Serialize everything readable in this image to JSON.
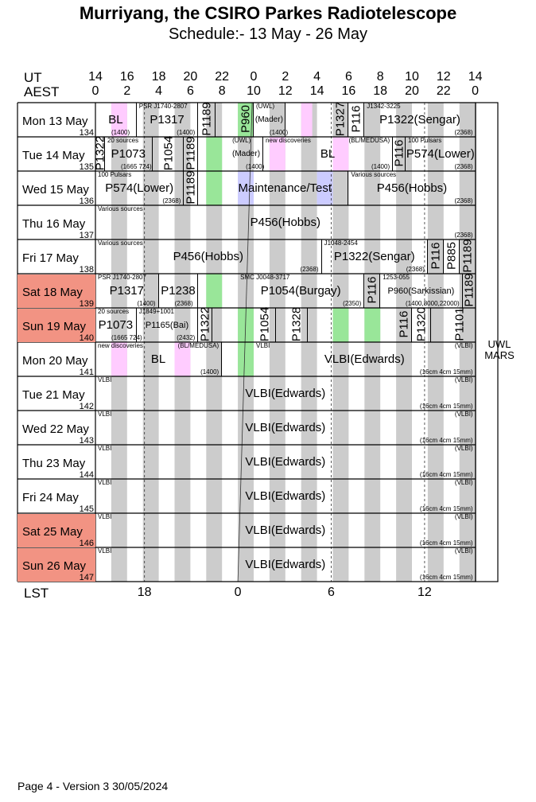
{
  "header": {
    "title": "Murriyang, the CSIRO Parkes Radiotelescope",
    "subtitle": "Schedule:- 13 May - 26 May"
  },
  "axes": {
    "ut_label": "UT",
    "aest_label": "AEST",
    "ut_ticks": [
      "14",
      "16",
      "18",
      "20",
      "22",
      "0",
      "2",
      "4",
      "6",
      "8",
      "10",
      "12",
      "14"
    ],
    "aest_ticks": [
      "0",
      "2",
      "4",
      "6",
      "8",
      "10",
      "12",
      "14",
      "16",
      "18",
      "20",
      "22",
      "0"
    ],
    "lst_label": "LST",
    "lst_ticks": [
      {
        "label": "18",
        "hour": 3.1
      },
      {
        "label": "0",
        "hour": 9.0
      },
      {
        "label": "6",
        "hour": 14.9
      },
      {
        "label": "12",
        "hour": 20.8
      }
    ]
  },
  "side_note": {
    "line1": "UWL",
    "line2": "MARS"
  },
  "footer": "Page 4 - Version 3  30/05/2024",
  "colors": {
    "weekend": "#f29383",
    "grey_band": "#cccccc",
    "pink": "#ffccff",
    "green": "#99e699",
    "blue": "#ccccff"
  },
  "days": [
    {
      "name": "Mon  13 May",
      "num": "134",
      "weekend": false,
      "bands": [
        [
          1,
          2,
          "pink"
        ],
        [
          9,
          10,
          "green"
        ],
        [
          13,
          13.7,
          "pink"
        ]
      ],
      "blocks": [
        {
          "s": 0,
          "e": 2.6,
          "main": "BL",
          "bl": "(1400)"
        },
        {
          "s": 2.6,
          "e": 6.5,
          "main": "P1317",
          "tl": "PSR J1740-2807",
          "br": "(1400)"
        },
        {
          "s": 6.5,
          "e": 7.6,
          "vert": "P1189"
        },
        {
          "s": 9,
          "e": 10,
          "vert": "P960"
        },
        {
          "s": 10,
          "e": 12,
          "main": "(Mader)",
          "tl": "(UWL)",
          "bl": "(1400)",
          "mainSize": 10
        },
        {
          "s": 15,
          "e": 16,
          "vert": "P1327"
        },
        {
          "s": 16,
          "e": 17,
          "vert": "P116"
        },
        {
          "s": 17,
          "e": 24,
          "main": "P1322(Sengar)",
          "tl": "J1342-3225",
          "br": "(2368)"
        }
      ]
    },
    {
      "name": "Tue  14 May",
      "num": "135",
      "weekend": false,
      "bands": [
        [
          7,
          8,
          "green"
        ],
        [
          11,
          12,
          "pink"
        ],
        [
          15,
          16,
          "pink"
        ]
      ],
      "blocks": [
        {
          "s": 0,
          "e": 0.6,
          "vert": "P1322"
        },
        {
          "s": 0.6,
          "e": 3.6,
          "main": "P1073",
          "tl": "20 sources",
          "bl": "(1665 724)"
        },
        {
          "s": 3.6,
          "e": 5.6,
          "vert": "P1054"
        },
        {
          "s": 5.6,
          "e": 6.5,
          "vert": "P1189"
        },
        {
          "s": 8.5,
          "e": 10.6,
          "main": "(Mader)",
          "tl": "(UWL)",
          "bl": "(1400)",
          "mainSize": 10
        },
        {
          "s": 10.6,
          "e": 18.8,
          "main": "BL",
          "tl": "new discoveries",
          "tr": "(BL/MEDUSA)",
          "br": "(1400)"
        },
        {
          "s": 18.8,
          "e": 19.6,
          "vert": "P116"
        },
        {
          "s": 19.6,
          "e": 24,
          "main": "P574(Lower)",
          "tl": "100 Pulsars",
          "br": "(2368)"
        }
      ]
    },
    {
      "name": "Wed 15 May",
      "num": "136",
      "weekend": false,
      "bands": [
        [
          7,
          8,
          "green"
        ],
        [
          9,
          10,
          "blue"
        ],
        [
          14,
          15,
          "blue"
        ]
      ],
      "blocks": [
        {
          "s": 0,
          "e": 5.6,
          "main": "P574(Lower)",
          "tl": "100 Pulsars",
          "br": "(2368)"
        },
        {
          "s": 5.6,
          "e": 6.5,
          "vert": "P1189"
        },
        {
          "s": 8,
          "e": 16,
          "main": "Maintenance/Test"
        },
        {
          "s": 16,
          "e": 24,
          "main": "P456(Hobbs)",
          "tl": "Various sources",
          "br": "(2368)"
        }
      ]
    },
    {
      "name": "Thu  16 May",
      "num": "137",
      "weekend": false,
      "bands": [],
      "blocks": [
        {
          "s": 0,
          "e": 24,
          "main": "P456(Hobbs)",
          "tl": "Various sources",
          "br": "(2368)"
        }
      ]
    },
    {
      "name": "Fri   17 May",
      "num": "138",
      "weekend": false,
      "bands": [],
      "blocks": [
        {
          "s": 0,
          "e": 14.3,
          "main": "P456(Hobbs)",
          "tl": "Various sources",
          "br": "(2368)"
        },
        {
          "s": 14.3,
          "e": 21,
          "main": "P1322(Sengar)",
          "tl": "J1048-2454",
          "br": "(2368)"
        },
        {
          "s": 21,
          "e": 22,
          "vert": "P116"
        },
        {
          "s": 22,
          "e": 23,
          "vert": "P885"
        },
        {
          "s": 23,
          "e": 24,
          "vert": "P1189"
        }
      ]
    },
    {
      "name": "Sat   18 May",
      "num": "139",
      "weekend": true,
      "bands": [
        [
          7,
          8,
          "green"
        ]
      ],
      "blocks": [
        {
          "s": 0,
          "e": 4,
          "main": "P1317",
          "tl": "PSR J1740-2807",
          "br": "(1400)"
        },
        {
          "s": 4,
          "e": 6.5,
          "main": "P1238",
          "bl": "(2368)"
        },
        {
          "s": 9,
          "e": 17,
          "main": "P1054(Burgay)",
          "tl": "SMC J0048-3717",
          "br": "(2350)"
        },
        {
          "s": 17,
          "e": 18,
          "vert": "P116"
        },
        {
          "s": 18,
          "e": 23.2,
          "main": "P960(Sarkissian)",
          "tl": "1253-055",
          "br": "(1400,8000,22000)",
          "mainSize": 11
        },
        {
          "s": 23.2,
          "e": 24,
          "vert": "P1189"
        }
      ]
    },
    {
      "name": "Sun  19 May",
      "num": "140",
      "weekend": true,
      "bands": [
        [
          9,
          10,
          "green"
        ],
        [
          15,
          16,
          "green"
        ],
        [
          17,
          18,
          "green"
        ]
      ],
      "blocks": [
        {
          "s": 0,
          "e": 2.6,
          "main": "P1073",
          "tl": "20 sources",
          "bl": "(1665 724)"
        },
        {
          "s": 2.6,
          "e": 6.5,
          "main": "P1165(Bai)",
          "tl": "J1849+1001",
          "br": "(2432)",
          "mainSize": 11
        },
        {
          "s": 6.5,
          "e": 7.4,
          "vert": "P1322"
        },
        {
          "s": 10,
          "e": 11.4,
          "vert": "P1054"
        },
        {
          "s": 12,
          "e": 13.4,
          "vert": "P1328"
        },
        {
          "s": 19,
          "e": 20,
          "vert": "P116"
        },
        {
          "s": 20,
          "e": 21.2,
          "vert": "P1320"
        },
        {
          "s": 22,
          "e": 24,
          "vert": "P1101"
        }
      ]
    },
    {
      "name": "Mon  20 May",
      "num": "141",
      "weekend": false,
      "bands": [
        [
          1,
          2,
          "pink"
        ],
        [
          5,
          6,
          "pink"
        ],
        [
          9,
          10,
          "green"
        ]
      ],
      "blocks": [
        {
          "s": 0,
          "e": 8,
          "main": "BL",
          "tl": "new discoveries",
          "tr": "(BL/MEDUSA)",
          "br": "(1400)"
        },
        {
          "s": 10,
          "e": 24,
          "main": "VLBI(Edwards)",
          "tl": "VLBI",
          "tr": "(VLBI)",
          "br": "(16cm 4cm 15mm)"
        }
      ]
    },
    {
      "name": "Tue  21 May",
      "num": "142",
      "weekend": false,
      "bands": [],
      "blocks": [
        {
          "s": 0,
          "e": 24,
          "main": "VLBI(Edwards)",
          "tl": "VLBI",
          "tr": "(VLBI)",
          "br": "(16cm 4cm 15mm)"
        }
      ]
    },
    {
      "name": "Wed 22 May",
      "num": "143",
      "weekend": false,
      "bands": [],
      "blocks": [
        {
          "s": 0,
          "e": 24,
          "main": "VLBI(Edwards)",
          "tl": "VLBI",
          "tr": "(VLBI)",
          "br": "(16cm 4cm 15mm)"
        }
      ]
    },
    {
      "name": "Thu  23 May",
      "num": "144",
      "weekend": false,
      "bands": [],
      "blocks": [
        {
          "s": 0,
          "e": 24,
          "main": "VLBI(Edwards)",
          "tl": "VLBI",
          "tr": "(VLBI)",
          "br": "(16cm 4cm 15mm)"
        }
      ]
    },
    {
      "name": "Fri   24 May",
      "num": "145",
      "weekend": false,
      "bands": [],
      "blocks": [
        {
          "s": 0,
          "e": 24,
          "main": "VLBI(Edwards)",
          "tl": "VLBI",
          "tr": "(VLBI)",
          "br": "(16cm 4cm 15mm)"
        }
      ]
    },
    {
      "name": "Sat   25 May",
      "num": "146",
      "weekend": true,
      "bands": [],
      "blocks": [
        {
          "s": 0,
          "e": 24,
          "main": "VLBI(Edwards)",
          "tl": "VLBI",
          "tr": "(VLBI)",
          "br": "(16cm 4cm 15mm)"
        }
      ]
    },
    {
      "name": "Sun  26 May",
      "num": "147",
      "weekend": true,
      "bands": [],
      "blocks": [
        {
          "s": 0,
          "e": 24,
          "main": "VLBI(Edwards)",
          "tl": "VLBI",
          "tr": "(VLBI)",
          "br": "(16cm 4cm 15mm)"
        }
      ]
    }
  ]
}
